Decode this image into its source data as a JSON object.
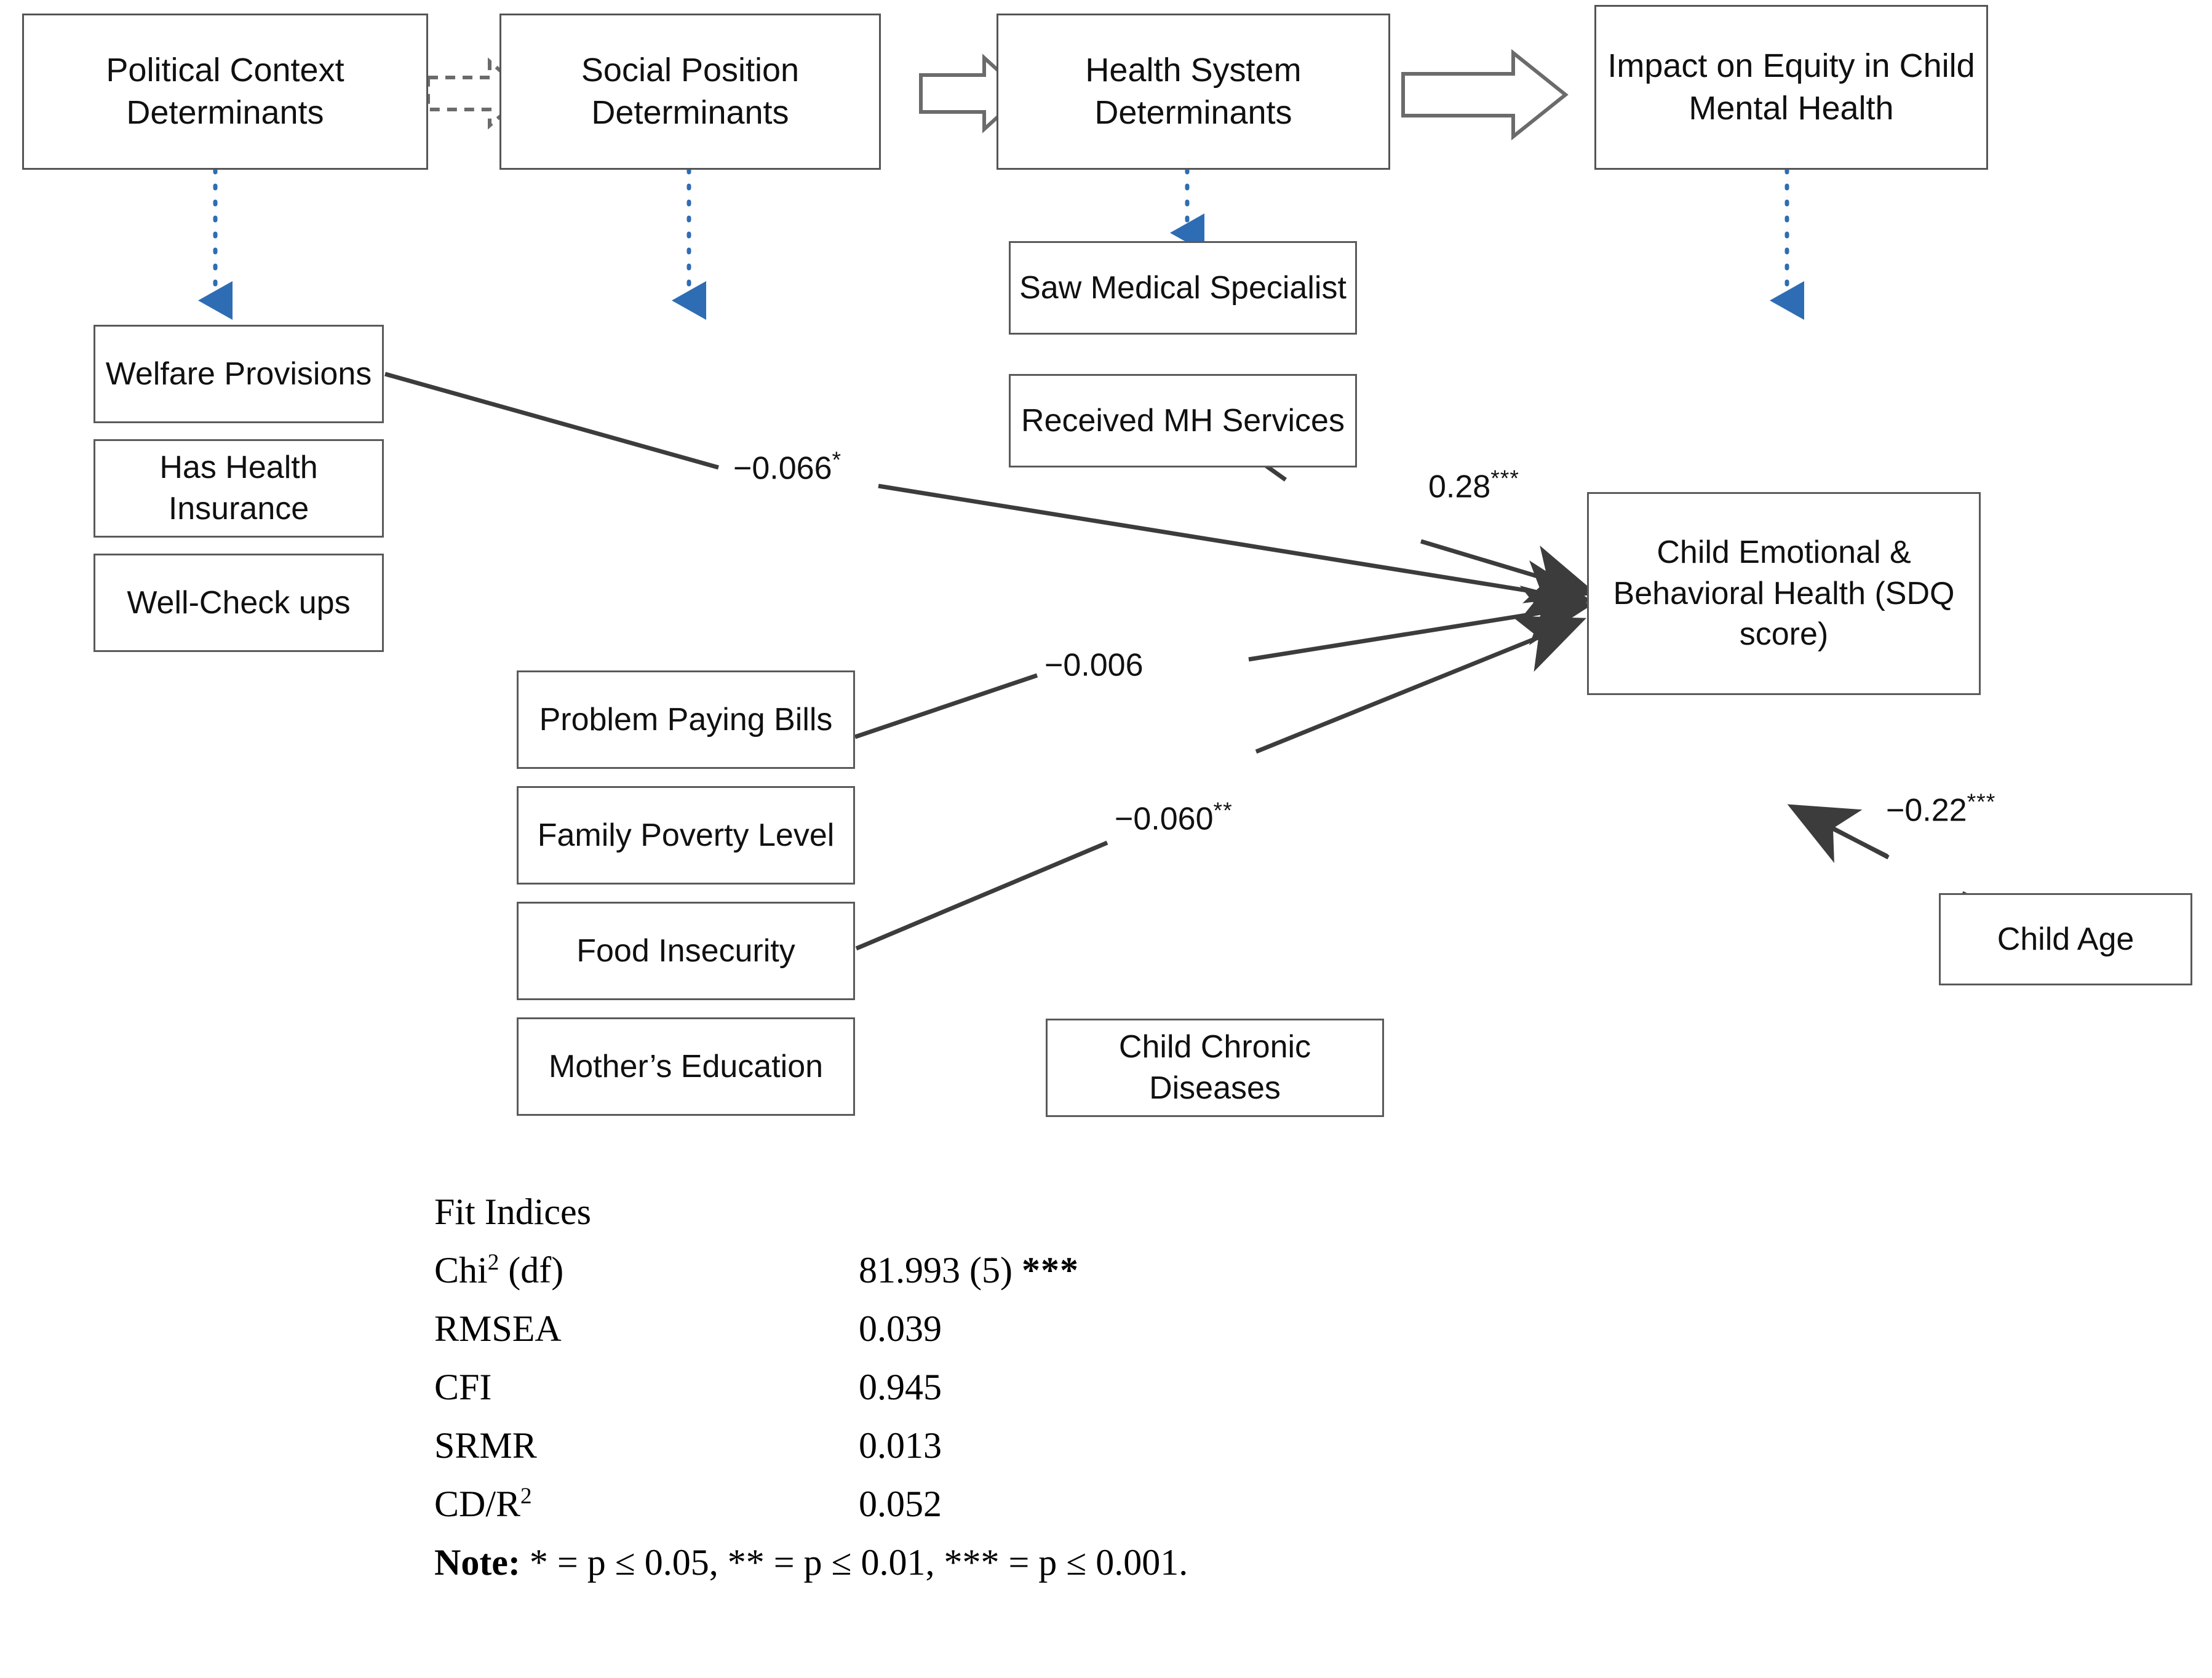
{
  "diagram": {
    "title": "Structural equation model of social determinants and child mental health",
    "tier_boxes": [
      {
        "id": "political",
        "label": "Political Context Determinants"
      },
      {
        "id": "social",
        "label": "Social Position Determinants"
      },
      {
        "id": "health_system",
        "label": "Health System Determinants"
      },
      {
        "id": "impact",
        "label": "Impact on Equity in Child Mental Health"
      }
    ],
    "tier_connectors": [
      {
        "from": "political",
        "to": "social",
        "style": "dashed-block-arrow"
      },
      {
        "from": "social",
        "to": "health_system",
        "style": "solid-block-arrow"
      },
      {
        "from": "health_system",
        "to": "impact",
        "style": "solid-block-arrow"
      }
    ],
    "indicator_boxes": [
      {
        "id": "welfare",
        "label": "Welfare Provisions",
        "group": "political"
      },
      {
        "id": "insurance",
        "label": "Has Health Insurance",
        "group": "political"
      },
      {
        "id": "wellcheck",
        "label": "Well-Check ups",
        "group": "political"
      },
      {
        "id": "bills",
        "label": "Problem Paying Bills",
        "group": "social"
      },
      {
        "id": "poverty",
        "label": "Family Poverty Level",
        "group": "social"
      },
      {
        "id": "food",
        "label": "Food Insecurity",
        "group": "social"
      },
      {
        "id": "mother_ed",
        "label": "Mother’s Education",
        "group": "social"
      },
      {
        "id": "specialist",
        "label": "Saw Medical Specialist",
        "group": "health_system"
      },
      {
        "id": "mh_services",
        "label": "Received MH Services",
        "group": "health_system"
      },
      {
        "id": "chronic",
        "label": "Child Chronic Diseases",
        "group": "health_system"
      },
      {
        "id": "child_age",
        "label": "Child Age",
        "group": "covariate"
      }
    ],
    "outcome_box": {
      "id": "sdq",
      "label": "Child Emotional & Behavioral Health (SDQ score)"
    },
    "paths": [
      {
        "from": "welfare",
        "to": "sdq",
        "estimate": "−0.066",
        "stars": "*"
      },
      {
        "from": "mh_services",
        "to": "sdq",
        "estimate": "0.28",
        "stars": "***"
      },
      {
        "from": "bills",
        "to": "sdq",
        "estimate": "−0.006",
        "stars": ""
      },
      {
        "from": "food",
        "to": "sdq",
        "estimate": "−0.060",
        "stars": "**"
      },
      {
        "from": "child_age",
        "to": "sdq",
        "estimate": "−0.22",
        "stars": "***"
      }
    ],
    "colors": {
      "box_border": "#5a5a5a",
      "dotted_arrow": "#2E6DB4",
      "path_line": "#3c3c3c",
      "text": "#101010"
    }
  },
  "fit_indices": {
    "heading": "Fit Indices",
    "rows": [
      {
        "key": "Chi",
        "key_sup": "2",
        "key_suffix": " (df)",
        "value": "81.993 (5)",
        "stars": "***"
      },
      {
        "key": "RMSEA",
        "key_sup": "",
        "key_suffix": "",
        "value": "0.039",
        "stars": ""
      },
      {
        "key": "CFI",
        "key_sup": "",
        "key_suffix": "",
        "value": "0.945",
        "stars": ""
      },
      {
        "key": "SRMR",
        "key_sup": "",
        "key_suffix": "",
        "value": "0.013",
        "stars": ""
      },
      {
        "key": "CD/R",
        "key_sup": "2",
        "key_suffix": "",
        "value": "0.052",
        "stars": ""
      }
    ],
    "note_label": "Note:",
    "note_text": " * = p ≤ 0.05, ** = p ≤ 0.01, *** = p ≤ 0.001."
  },
  "chart_data": {
    "type": "diagram",
    "title": "Path model: social determinants → child emotional & behavioral health (SDQ score)",
    "nodes": [
      "Political Context Determinants",
      "Social Position Determinants",
      "Health System Determinants",
      "Impact on Equity in Child Mental Health",
      "Welfare Provisions",
      "Has Health Insurance",
      "Well-Check ups",
      "Problem Paying Bills",
      "Family Poverty Level",
      "Food Insecurity",
      "Mother’s Education",
      "Saw Medical Specialist",
      "Received MH Services",
      "Child Chronic Diseases",
      "Child Age",
      "Child Emotional & Behavioral Health (SDQ score)"
    ],
    "edges": [
      {
        "source": "Welfare Provisions",
        "target": "Child Emotional & Behavioral Health (SDQ score)",
        "value": -0.066,
        "significance": "*"
      },
      {
        "source": "Received MH Services",
        "target": "Child Emotional & Behavioral Health (SDQ score)",
        "value": 0.28,
        "significance": "***"
      },
      {
        "source": "Problem Paying Bills",
        "target": "Child Emotional & Behavioral Health (SDQ score)",
        "value": -0.006,
        "significance": ""
      },
      {
        "source": "Food Insecurity",
        "target": "Child Emotional & Behavioral Health (SDQ score)",
        "value": -0.06,
        "significance": "**"
      },
      {
        "source": "Child Age",
        "target": "Child Emotional & Behavioral Health (SDQ score)",
        "value": -0.22,
        "significance": "***"
      }
    ],
    "fit": {
      "chi2": 81.993,
      "df": 5,
      "chi2_sig": "***",
      "RMSEA": 0.039,
      "CFI": 0.945,
      "SRMR": 0.013,
      "CD_R2": 0.052
    }
  }
}
